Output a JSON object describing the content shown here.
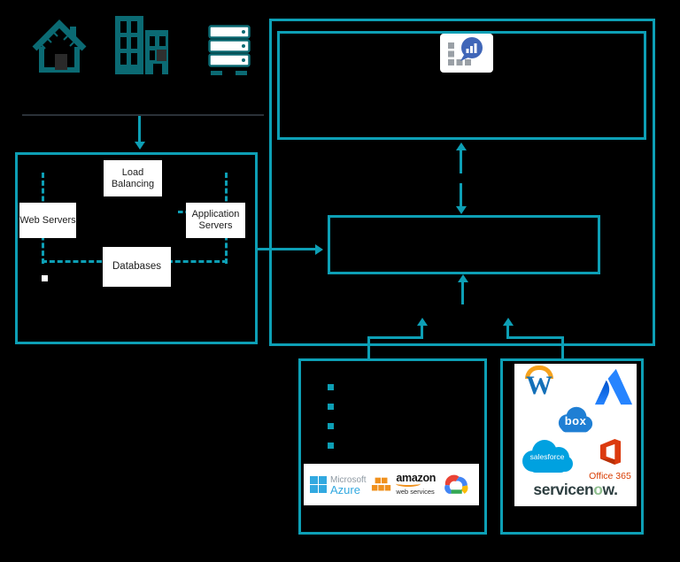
{
  "colors": {
    "background": "#000000",
    "teal_border": "#0d9fb5",
    "icon_teal": "#0b6a73",
    "divider_grey": "#2b3138",
    "monitoring_logo_blue": "#4066b8",
    "monitoring_logo_grey": "#9aa0a6",
    "azure_blue": "#32a9e0",
    "microsoft_grey": "#8f9aa3",
    "aws_orange": "#f0911e",
    "gcp_blue": "#4285f4",
    "gcp_red": "#ea4335",
    "gcp_yellow": "#fbbc05",
    "gcp_green": "#34a853",
    "workday_orange": "#f6a21d",
    "workday_blue": "#1470b8",
    "atlassian_blue": "#2684ff",
    "box_blue": "#1f7fd4",
    "salesforce_blue": "#00a1e0",
    "office_red": "#d83b01",
    "servicenow_dark": "#2d3e40",
    "servicenow_green": "#8fbf8f"
  },
  "top_icons": {
    "house": "house-icon",
    "buildings": "office-buildings-icon",
    "servers": "server-stack-icon"
  },
  "on_prem": {
    "load_balancing": "Load Balancing",
    "web_servers": "Web Servers",
    "application_servers": "Application Servers",
    "databases": "Databases"
  },
  "monitoring": {
    "logo": "analytics-balloon-logo"
  },
  "cloud_panel": {
    "bullets": 4,
    "azure": {
      "line1": "Microsoft",
      "line2": "Azure"
    },
    "aws": {
      "line1": "amazon",
      "line2": "web services"
    },
    "gcp_logo": "google-cloud-logo"
  },
  "saas_panel": {
    "workday_w": "W",
    "atlassian_logo": "atlassian-logo",
    "box": "box",
    "salesforce": "salesforce",
    "office": "Office 365",
    "servicenow": {
      "pre": "servicen",
      "o": "o",
      "post": "w."
    }
  }
}
